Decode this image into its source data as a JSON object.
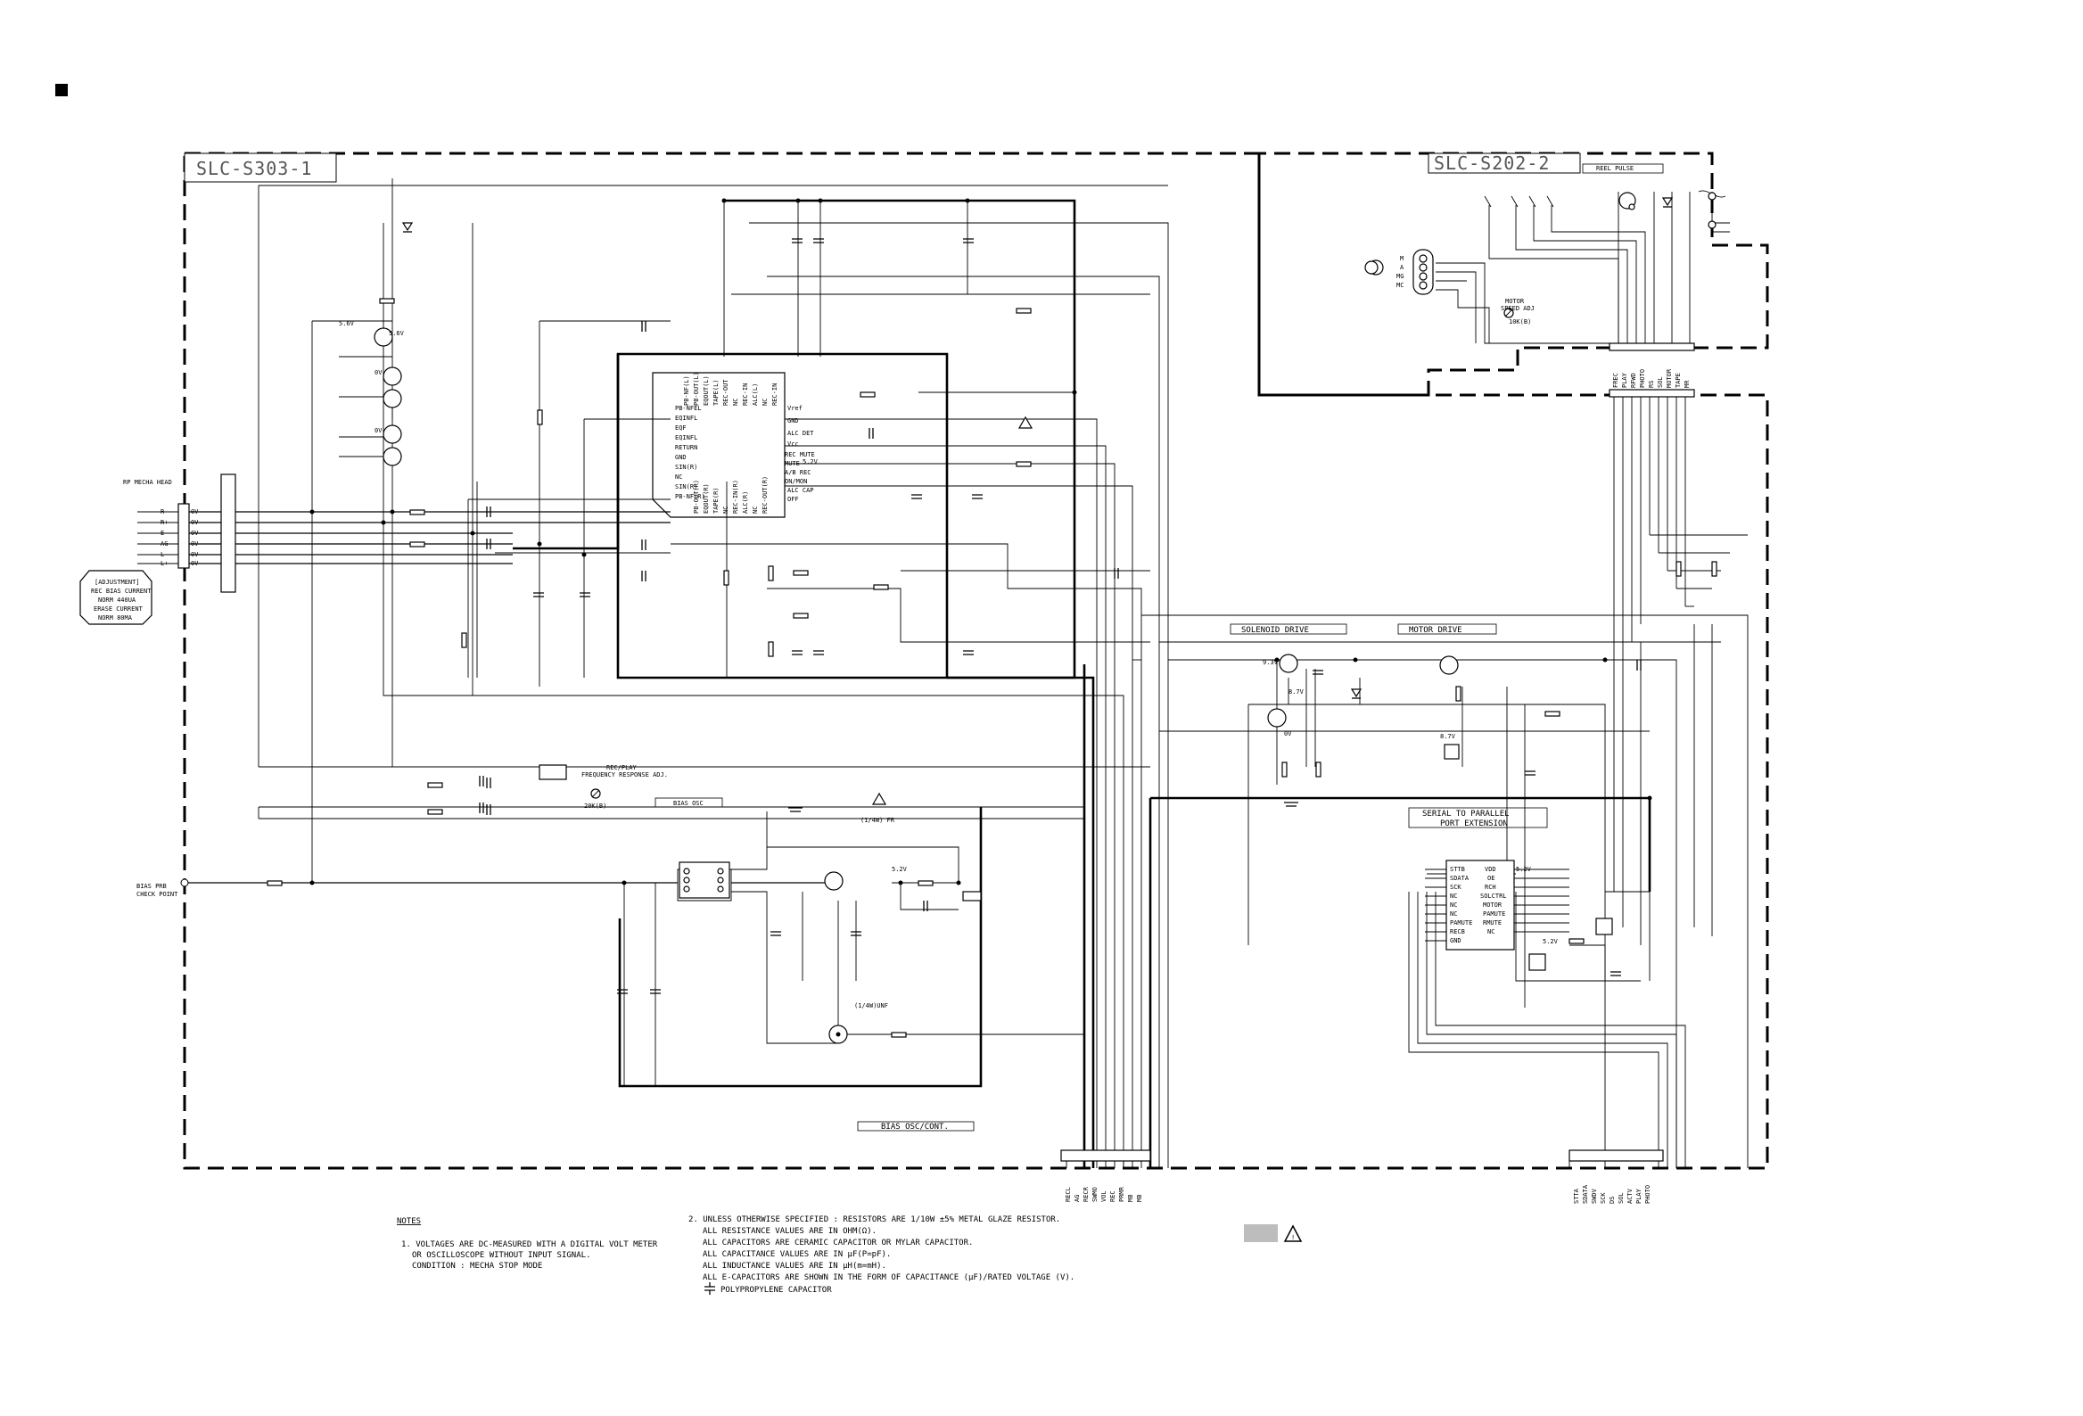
{
  "blocks": {
    "main_board": "SLC-S303-1",
    "sub_board": "SLC-S202-2"
  },
  "section_titles": {
    "reel_pulse": "REEL PULSE",
    "solenoid_drive": "SOLENOID DRIVE",
    "motor_drive": "MOTOR DRIVE",
    "serial_to_parallel_1": "SERIAL TO PARALLEL",
    "serial_to_parallel_2": "PORT EXTENSION",
    "bias_osc": "BIAS OSC",
    "bias_osc_cont": "BIAS OSC/CONT.",
    "rec_play_adj_1": "REC/PLAY",
    "rec_play_adj_2": "FREQUENCY RESPONSE ADJ.",
    "motor_speed_1": "MOTOR",
    "motor_speed_2": "SPEED ADJ"
  },
  "labels": {
    "rp_head": "RP MECHA HEAD",
    "bias_check_1": "BIAS PRB",
    "bias_check_2": "CHECK POINT",
    "adj_20k": "20K(B)",
    "adj_10k": "10K(B)",
    "fr_label": "(1/4W) FR",
    "unf_label": "(1/4W)UNF",
    "rec_bias_title": "[ADJUSTMENT]",
    "rec_bias_current": "REC BIAS CURRENT",
    "rec_bias_value": "NORM   440UA",
    "erase_current": "ERASE CURRENT",
    "erase_value": "NORM   80MA"
  },
  "ic_pins": {
    "left": [
      "PB-NFEL",
      "EQINFL",
      "EQF",
      "EQINFL",
      "RETURN",
      "GND",
      "SIN(R)",
      "NC",
      "SIN(R)",
      "PB-NF(R)"
    ],
    "right": [
      "Vref",
      "GND",
      "ALC DET",
      "Vcc",
      "REC MUTE",
      "MUTE",
      "A/B REC",
      "ON/MON",
      "ALC CAP",
      "OFF"
    ],
    "top": [
      "PB-NF(L)",
      "PB-OUT(L)",
      "EQOUT(L)",
      "TAPE(L)",
      "REC-OUT",
      "NC",
      "REC-IN",
      "ALC(L)",
      "NC",
      "REC-IN"
    ],
    "bottom": [
      "PB-OUT(R)",
      "EQOUT(R)",
      "TAPE(R)",
      "NC",
      "REC-IN(R)",
      "ALC(R)",
      "NC",
      "REC-OUT(R)"
    ]
  },
  "ext_ic_pins": {
    "left": [
      "STTB",
      "SDATA",
      "SCK",
      "NC",
      "NC",
      "NC",
      "PAMUTE",
      "RECB",
      "GND"
    ],
    "right": [
      "VDD",
      "OE",
      "RCH",
      "SOLCTRL",
      "MOTOR",
      "PAMUTE",
      "RMUTE",
      "NC"
    ]
  },
  "left_connector": [
    "R-",
    "R+",
    "E",
    "AG",
    "L-",
    "L+"
  ],
  "motor_connector": [
    "M",
    "A",
    "MG",
    "MC"
  ],
  "top_right_connector": [
    "FREC",
    "PLAY",
    "RFWD",
    "PHOTO",
    "RS",
    "SOL",
    "MOTOR",
    "TAPE",
    "MR"
  ],
  "bottom_left_connector": [
    "RECL",
    "AG",
    "RECR",
    "SWMO",
    "VOL",
    "REC",
    "PRMR",
    "MB",
    "MB"
  ],
  "bottom_right_connector": [
    "STTA",
    "SDATA",
    "SWDV",
    "SCK",
    "DS",
    "SOL",
    "ACTV",
    "PLAY",
    "PHOTO"
  ],
  "rp_connector_voltages": [
    "0V",
    "0V",
    "0V",
    "0V",
    "0V",
    "0V"
  ],
  "voltages": {
    "v_5_6": "5.6V",
    "v_0": "0V",
    "v_5_2": "5.2V",
    "v_8_7": "8.7V",
    "v_9_3": "9.3V"
  },
  "notes": {
    "heading": "NOTES",
    "n1_a": "1. VOLTAGES ARE DC-MEASURED WITH A DIGITAL VOLT METER",
    "n1_b": "OR OSCILLOSCOPE WITHOUT INPUT SIGNAL.",
    "n1_c": "CONDITION : MECHA STOP MODE",
    "n2_a": "2. UNLESS OTHERWISE SPECIFIED : RESISTORS ARE 1/10W ±5% METAL GLAZE RESISTOR.",
    "n2_b": "ALL RESISTANCE VALUES ARE IN OHM(Ω).",
    "n2_c": "ALL CAPACITORS ARE CERAMIC CAPACITOR OR MYLAR CAPACITOR.",
    "n2_d": "ALL CAPACITANCE VALUES ARE IN μF(P=pF).",
    "n2_e": "ALL INDUCTANCE VALUES ARE IN μH(m=mH).",
    "n2_f": "ALL E-CAPACITORS ARE SHOWN IN THE FORM OF CAPACITANCE (μF)/RATED VOLTAGE (V).",
    "n2_g": "POLYPROPYLENE CAPACITOR"
  },
  "colors": {
    "ink": "#000000",
    "legend_swatch": "#bdbdbd",
    "board_label": "#555555"
  }
}
